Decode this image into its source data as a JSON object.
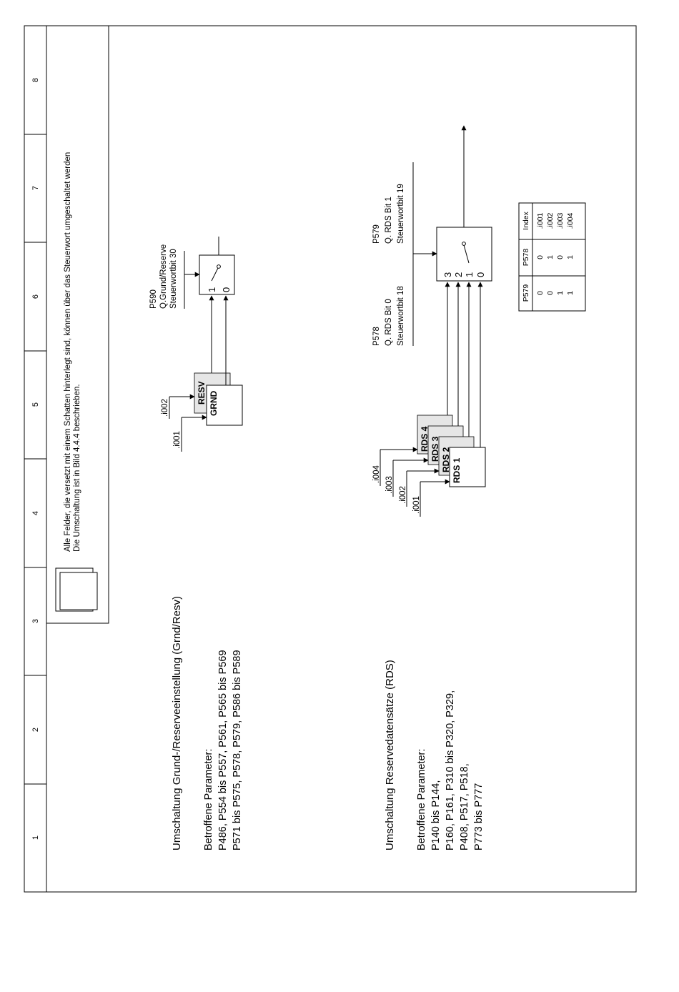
{
  "frame": {
    "column_numbers": [
      "1",
      "2",
      "3",
      "4",
      "5",
      "6",
      "7",
      "8"
    ]
  },
  "note": {
    "line1": "Alle Felder, die versetzt mit einem Schatten hinterlegt sind, können über das Steuerwort umgeschaltet werden",
    "line2": "Die Umschaltung ist in Bild 4.4.4 beschrieben."
  },
  "grnd_resv": {
    "title": "Umschaltung Grund-/Reserveeinstellung (Grnd/Resv)",
    "params_heading": "Betroffene Parameter:",
    "params_lines": [
      "P486, P554 bis P557, P561, P565 bis P569",
      "P571 bis P575, P578, P579, P586 bis P589"
    ],
    "input_i001": ".i001",
    "input_i002": ".i002",
    "block_grnd": "GRND",
    "block_resv": "RESV",
    "switch_param": "P590",
    "switch_source": "Q.Grund/Reserve",
    "switch_control": "Steuerwortbit 30",
    "pos_1": "1",
    "pos_0": "0"
  },
  "rds": {
    "title": "Umschaltung Reservedatensätze (RDS)",
    "params_heading": "Betroffene Parameter:",
    "params_lines": [
      "P140 bis P144,",
      "P160, P161, P310 bis P320, P329,",
      "P408, P517, P518,",
      "P773 bis P777"
    ],
    "inputs": [
      ".i001",
      ".i002",
      ".i003",
      ".i004"
    ],
    "blocks": [
      "RDS 1",
      "RDS 2",
      "RDS 3",
      "RDS 4"
    ],
    "sel0_param": "P578",
    "sel0_source": "Q. RDS Bit 0",
    "sel0_control": "Steuerwortbit 18",
    "sel1_param": "P579",
    "sel1_source": "Q. RDS Bit 1",
    "sel1_control": "Steuerwortbit 19",
    "positions": [
      "3",
      "2",
      "1",
      "0"
    ]
  },
  "truth_table": {
    "headers": [
      "P579",
      "P578",
      "Index"
    ],
    "rows": [
      [
        "0",
        "0",
        ".i001"
      ],
      [
        "0",
        "1",
        ".i002"
      ],
      [
        "1",
        "0",
        ".i003"
      ],
      [
        "1",
        "1",
        ".i004"
      ]
    ]
  }
}
